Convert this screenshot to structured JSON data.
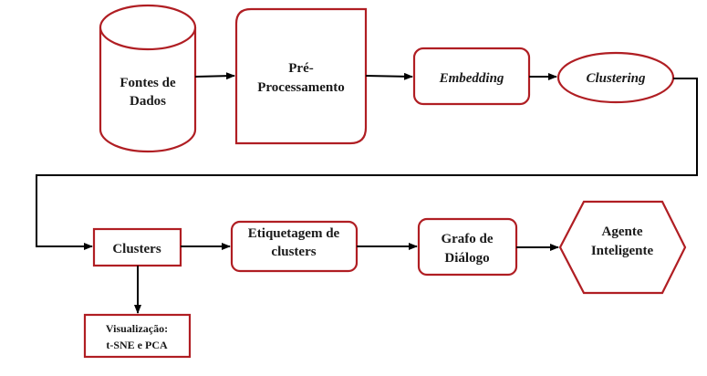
{
  "nodes": {
    "fontes": {
      "line1": "Fontes de",
      "line2": "Dados"
    },
    "pre": {
      "line1": "Pré-",
      "line2": "Processamento"
    },
    "embedding": {
      "label": "Embedding"
    },
    "clustering": {
      "label": "Clustering"
    },
    "clusters": {
      "label": "Clusters"
    },
    "etiquetagem": {
      "line1": "Etiquetagem de",
      "line2": "clusters"
    },
    "grafo": {
      "line1": "Grafo de",
      "line2": "Diálogo"
    },
    "agente": {
      "line1": "Agente",
      "line2": "Inteligente"
    },
    "visualizacao": {
      "line1": "Visualização:",
      "line2": "t-SNE e PCA"
    }
  },
  "colors": {
    "border": "#b01e23",
    "arrow": "#000000",
    "text": "#1a1a1a"
  }
}
